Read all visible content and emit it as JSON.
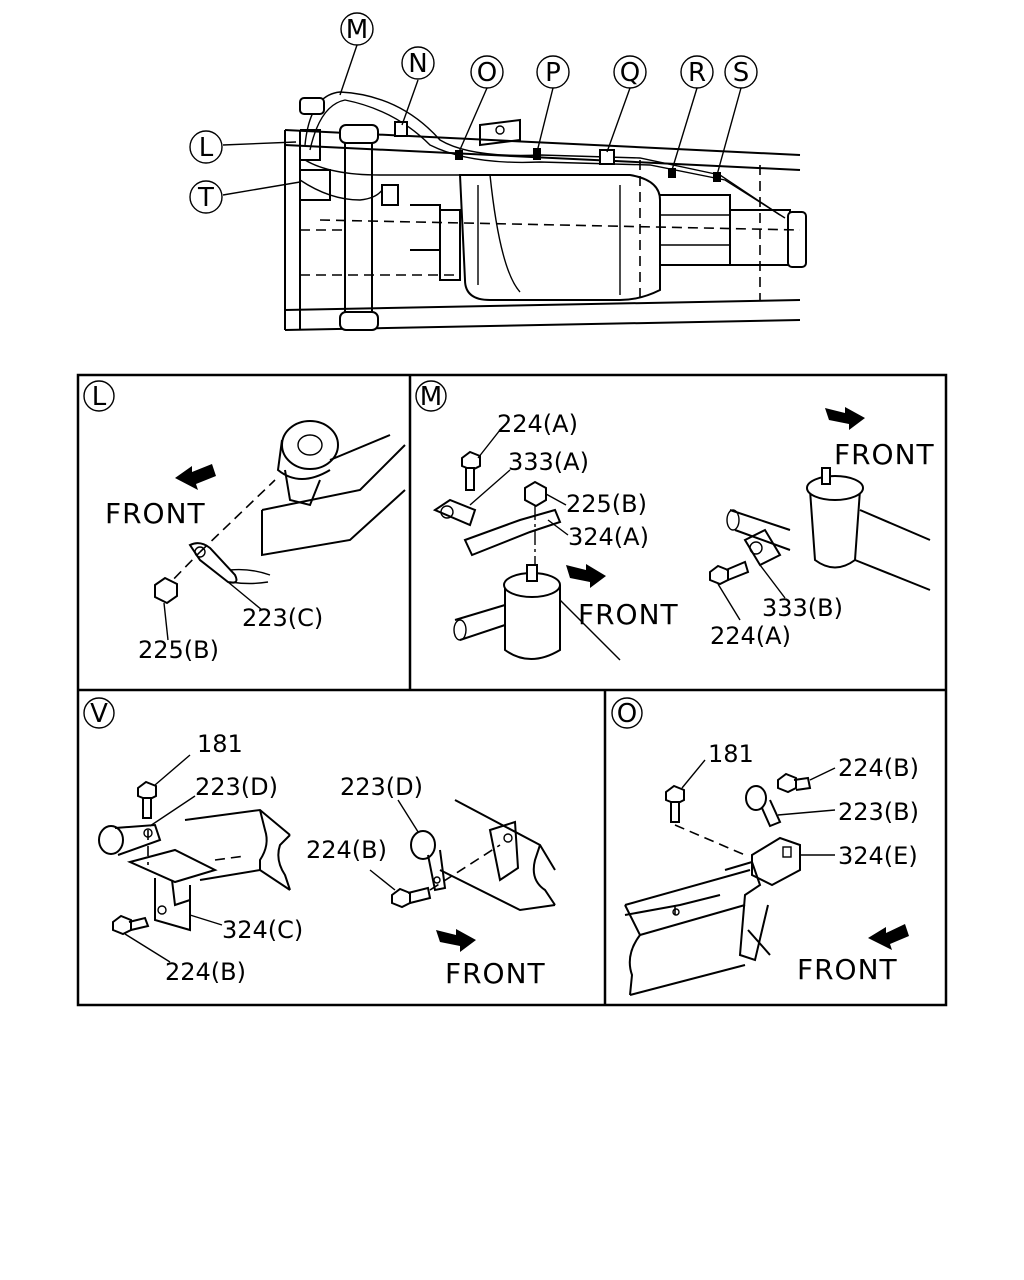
{
  "overview": {
    "callouts": [
      "M",
      "N",
      "O",
      "P",
      "Q",
      "R",
      "S",
      "L",
      "T"
    ]
  },
  "panels": {
    "L": {
      "letter": "L",
      "front": "FRONT",
      "parts": [
        "223(C)",
        "225(B)"
      ]
    },
    "M": {
      "letter": "M",
      "front_left": "FRONT",
      "front_right": "FRONT",
      "parts": [
        "224(A)",
        "333(A)",
        "225(B)",
        "324(A)",
        "333(B)",
        "224(A)"
      ]
    },
    "V": {
      "letter": "V",
      "front": "FRONT",
      "parts": [
        "181",
        "223(D)",
        "324(C)",
        "224(B)",
        "223(D)",
        "224(B)"
      ]
    },
    "O": {
      "letter": "O",
      "front": "FRONT",
      "parts": [
        "181",
        "224(B)",
        "223(B)",
        "324(E)"
      ]
    }
  }
}
